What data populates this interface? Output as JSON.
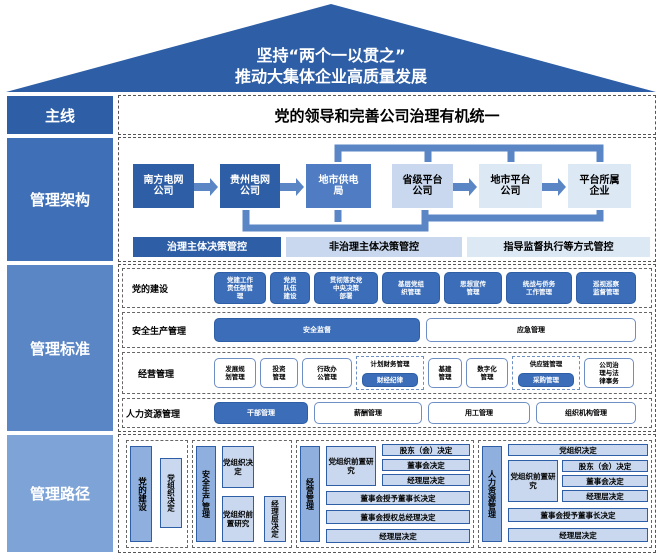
{
  "roof": {
    "title_line1": "坚持“两个一以贯之”",
    "title_line2": "推动大集体企业高质量发展",
    "color": "#2d5ea6"
  },
  "rows": {
    "mainline": {
      "label": "主线",
      "content": "党的领导和完善公司治理有机统一"
    },
    "structure": {
      "label": "管理架构",
      "nodes": [
        "南方电网\n公司",
        "贵州电网\n公司",
        "地市供电\n局",
        "省级平台\n公司",
        "地市平台\n公司",
        "平台所属\n企业"
      ],
      "bars": [
        "治理主体决策管控",
        "非治理主体决策管控",
        "指导监督执行等方式管控"
      ]
    },
    "standards": {
      "label": "管理标准",
      "party": {
        "title": "党的建设",
        "items": [
          "党建工作\n责任制管\n理",
          "党员\n队伍\n建设",
          "贯彻落实党\n中央决策\n部署",
          "基层党组\n织管理",
          "思想宣传\n管理",
          "统战与侨务\n工作管理",
          "巡视巡察\n监督管理"
        ]
      },
      "safety": {
        "title": "安全生产管理",
        "items": [
          "安全监督",
          "应急管理"
        ]
      },
      "operation": {
        "title": "经营管理",
        "items": [
          "发展规\n划管理",
          "投资\n管理",
          "行政办\n公管理",
          "计划财务管理",
          "财经纪律",
          "基建\n管理",
          "数字化\n管理",
          "供应链管理",
          "采购管理",
          "公司治\n理与法\n律事务"
        ]
      },
      "hr": {
        "title": "人力资源管理",
        "items": [
          "干部管理",
          "薪酬管理",
          "用工管理",
          "组织机构管理"
        ]
      }
    },
    "path": {
      "label": "管理路径",
      "party": [
        "党的建设",
        "党组织决定"
      ],
      "safety": [
        "安全生产管理",
        "党组织决定",
        "党组织前置研究",
        "经理层决定"
      ],
      "operation": [
        "经营管理",
        "党组织前置研究",
        "股东（会）决定",
        "董事会决定",
        "经理层决定",
        "董事会授予董事长决定",
        "董事会授权总经理决定",
        "经理层决定"
      ],
      "hr": [
        "人力资源管理",
        "党组织决定",
        "党组织前置研究",
        "股东（会）决定",
        "董事会决定",
        "经理层决定",
        "董事会授予董事长决定",
        "经理层决定"
      ]
    }
  }
}
